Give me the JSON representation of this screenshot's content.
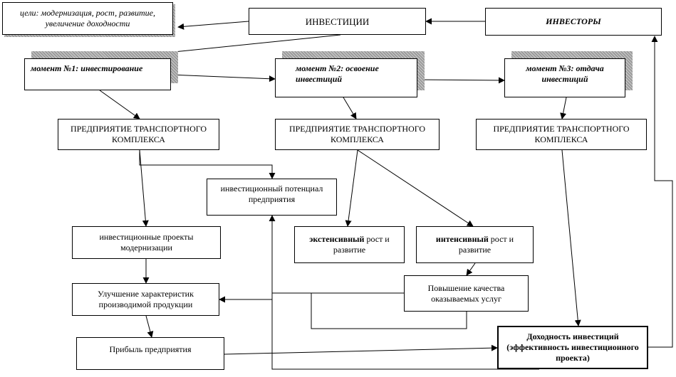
{
  "nodes": {
    "goals": "цели: модернизация, рост, развитие, увеличение доходности",
    "investments": "ИНВЕСТИЦИИ",
    "investors": "ИНВЕСТОРЫ",
    "moment1": "момент №1: инвестирование",
    "moment2": "момент №2: освоение инвестиций",
    "moment3": "момент №3: отдача инвестиций",
    "enterprise1": "ПРЕДПРИЯТИЕ ТРАНСПОРТНОГО КОМПЛЕКСА",
    "enterprise2": "ПРЕДПРИЯТИЕ ТРАНСПОРТНОГО КОМПЛЕКСА",
    "enterprise3": "ПРЕДПРИЯТИЕ ТРАНСПОРТНОГО КОМПЛЕКСА",
    "potential": "инвестиционный потенциал предприятия",
    "modernization_projects": "инвестиционные проекты модернизации",
    "extensive_bold": "экстенсивный",
    "extensive_rest": " рост и развитие",
    "intensive_bold": "интенсивный",
    "intensive_rest": " рост и развитие",
    "service_quality": "Повышение качества оказываемых услуг",
    "product_improvement": "Улучшение характеристик производимой продукции",
    "profit": "Прибыль предприятия",
    "return": "Доходность инвестиций (эффективность инвестиционного проекта)"
  }
}
